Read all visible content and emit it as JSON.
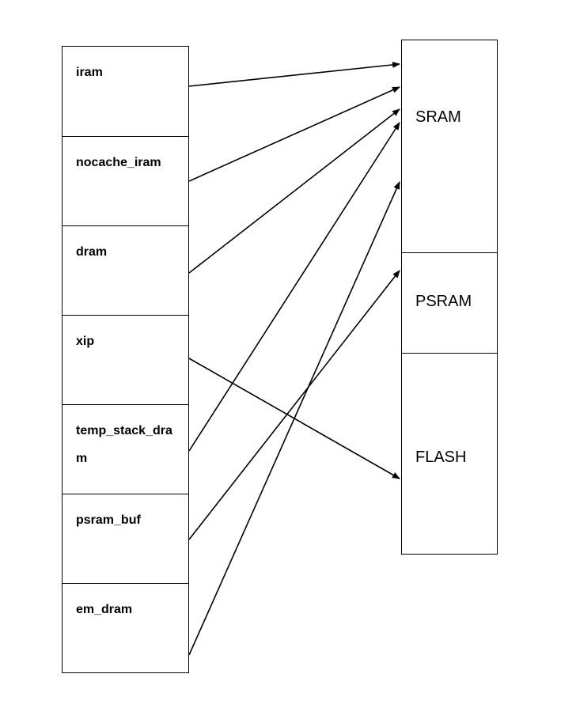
{
  "sections": [
    {
      "id": "iram",
      "label": "iram"
    },
    {
      "id": "nocache_iram",
      "label": "nocache_iram"
    },
    {
      "id": "dram",
      "label": "dram"
    },
    {
      "id": "xip",
      "label": "xip"
    },
    {
      "id": "temp_stack_dram",
      "label": "temp_stack_dram"
    },
    {
      "id": "psram_buf",
      "label": "psram_buf"
    },
    {
      "id": "em_dram",
      "label": "em_dram"
    }
  ],
  "memories": [
    {
      "id": "sram",
      "label": "SRAM"
    },
    {
      "id": "psram",
      "label": "PSRAM"
    },
    {
      "id": "flash",
      "label": "FLASH"
    }
  ],
  "mappings": [
    {
      "from": "iram",
      "to": "SRAM"
    },
    {
      "from": "nocache_iram",
      "to": "SRAM"
    },
    {
      "from": "dram",
      "to": "SRAM"
    },
    {
      "from": "xip",
      "to": "FLASH"
    },
    {
      "from": "temp_stack_dram",
      "to": "SRAM"
    },
    {
      "from": "psram_buf",
      "to": "PSRAM"
    },
    {
      "from": "em_dram",
      "to": "SRAM"
    }
  ],
  "colors": {
    "line": "#000000",
    "background": "#ffffff"
  }
}
